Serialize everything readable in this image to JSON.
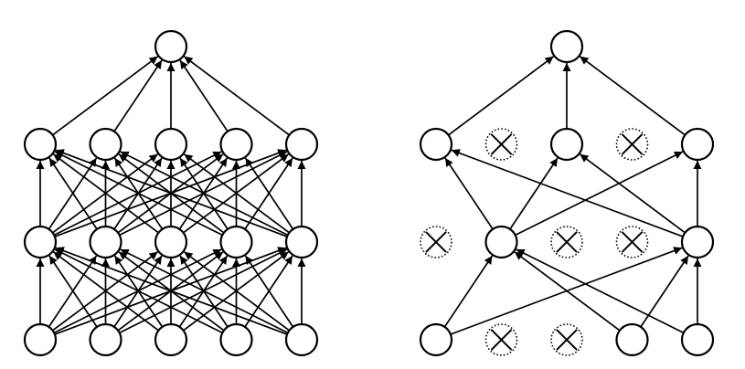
{
  "diagram": {
    "type": "neural-network-dropout-comparison",
    "colors": {
      "stroke": "#000000",
      "fill": "#ffffff"
    },
    "networks": [
      {
        "id": "standard",
        "layers": [
          5,
          5,
          5,
          1
        ],
        "dropped": [
          [],
          [],
          [],
          []
        ],
        "edges": "fully-connected"
      },
      {
        "id": "dropout",
        "layers": [
          5,
          5,
          5,
          1
        ],
        "dropped": [
          [
            1,
            2
          ],
          [
            0,
            2,
            3
          ],
          [
            1,
            3
          ],
          []
        ],
        "edges": "fully-connected-among-kept"
      }
    ]
  }
}
